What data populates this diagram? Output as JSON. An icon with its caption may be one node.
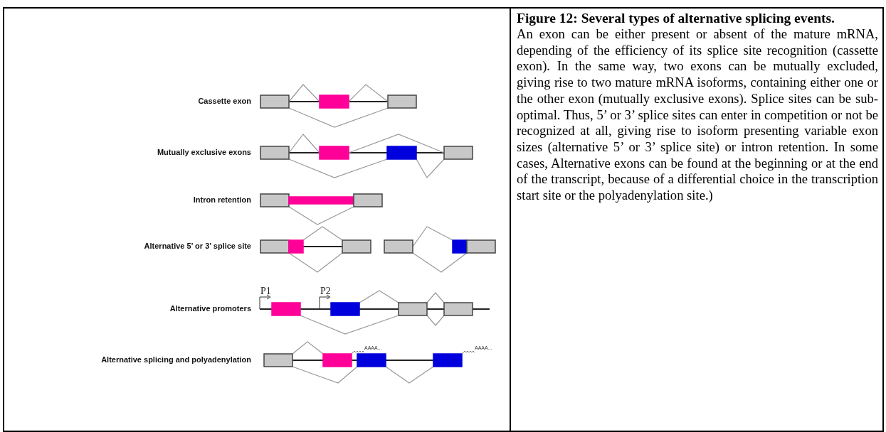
{
  "diagram": {
    "title": "Figure 12: Several types of alternative splicing events.",
    "caption": "An exon can be either present or absent of the mature mRNA, depending of the efficiency of its splice site recognition (cassette exon). In the same way, two exons can be mutually excluded, giving rise to two mature mRNA isoforms, containing either one or the other exon (mutually exclusive exons). Splice sites can be sub-optimal. Thus, 5’ or 3’ splice sites can enter in competition or not be recognized at all, giving rise to isoform presenting variable exon sizes (alternative 5’ or 3’ splice site) or intron retention. In some cases, Alternative exons can be found at the beginning or at the end of the transcript, because of a differential choice in the transcription start site or the polyadenylation site.)",
    "labels": [
      "Cassette exon",
      "Mutually exclusive exons",
      "Intron retention",
      "Alternative 5’ or 3’ splice site",
      "P1",
      "P2",
      "Alternative promoters",
      "AAAA...",
      "AAAA...",
      "Alternative splicing and polyadenylation"
    ]
  }
}
